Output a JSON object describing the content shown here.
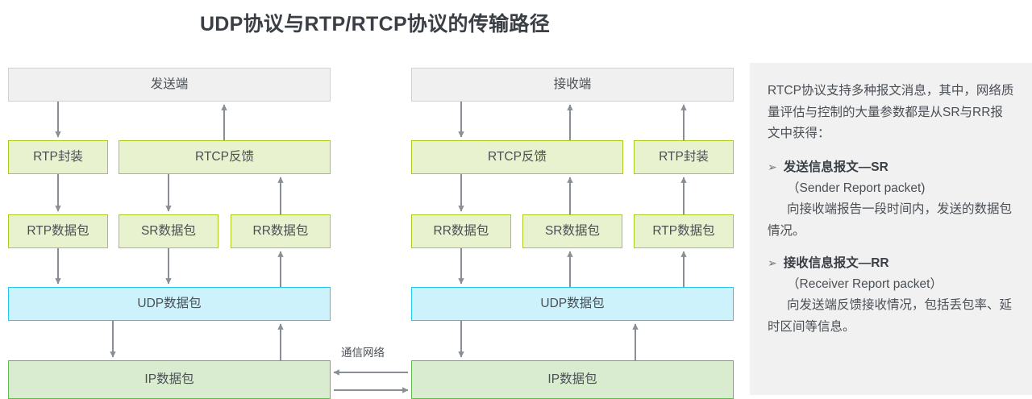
{
  "title": "UDP协议与RTP/RTCP协议的传输路径",
  "diagram": {
    "type": "flowchart",
    "network_label": "通信网络",
    "left_stack": {
      "endpoint": "发送端",
      "layer2": [
        "RTP封装",
        "RTCP反馈"
      ],
      "layer3": [
        "RTP数据包",
        "SR数据包",
        "RR数据包"
      ],
      "udp": "UDP数据包",
      "ip": "IP数据包"
    },
    "right_stack": {
      "endpoint": "接收端",
      "layer2": [
        "RTCP反馈",
        "RTP封装"
      ],
      "layer3": [
        "RR数据包",
        "SR数据包",
        "RTP数据包"
      ],
      "udp": "UDP数据包",
      "ip": "IP数据包"
    },
    "colors": {
      "endpoint_fill": "#f0f0f0",
      "endpoint_border": "#d2d2d2",
      "rtp_fill": "#e9f2cf",
      "rtp_border": "#aacc1e",
      "udp_fill": "#cdf2fb",
      "udp_border": "#22c8ee",
      "ip_fill": "#d9ecd0",
      "ip_border": "#64b652",
      "arrow": "#8a8f95"
    }
  },
  "sidebar": {
    "intro": "RTCP协议支持多种报文消息，其中，网络质量评估与控制的大量参数都是从SR与RR报文中获得：",
    "bullet_glyph": "➢",
    "items": [
      {
        "heading": "发送信息报文—SR",
        "subtitle": "（Sender Report packet)",
        "body": "向接收端报告一段时间内，发送的数据包情况。"
      },
      {
        "heading": "接收信息报文—RR",
        "subtitle": "（Receiver Report packet）",
        "body": "向发送端反馈接收情况，包括丢包率、延时区间等信息。"
      }
    ]
  }
}
